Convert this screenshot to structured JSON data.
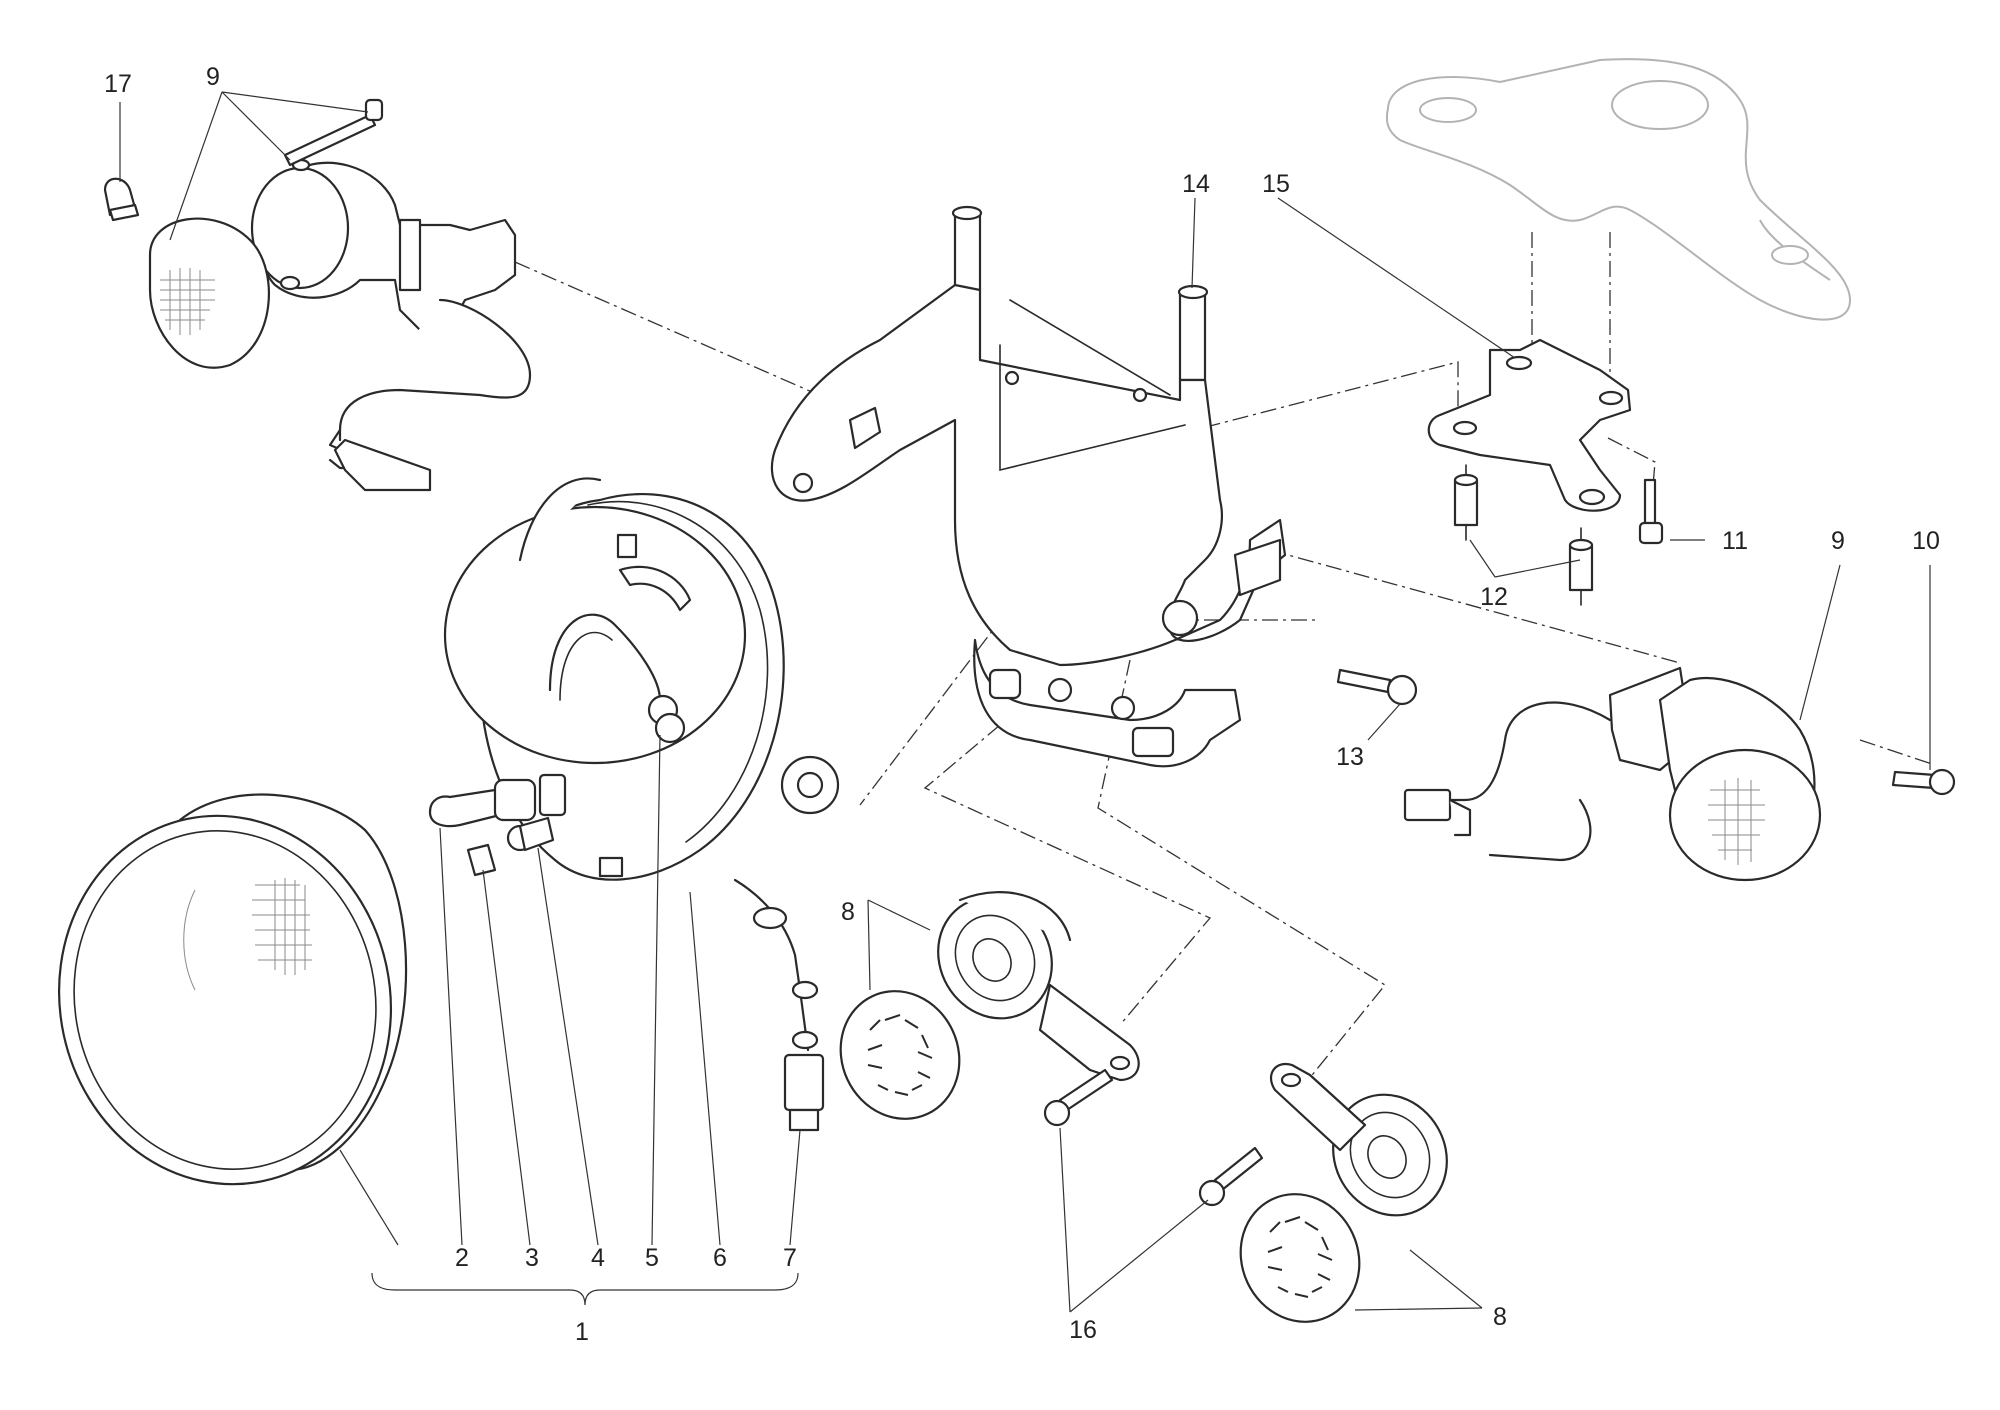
{
  "diagram": {
    "callouts": {
      "c1": "1",
      "c2": "2",
      "c3": "3",
      "c4": "4",
      "c5": "5",
      "c6": "6",
      "c7": "7",
      "c8a": "8",
      "c8b": "8",
      "c9a": "9",
      "c9b": "9",
      "c10": "10",
      "c11": "11",
      "c12": "12",
      "c13": "13",
      "c14": "14",
      "c15": "15",
      "c16": "16",
      "c17": "17"
    }
  }
}
